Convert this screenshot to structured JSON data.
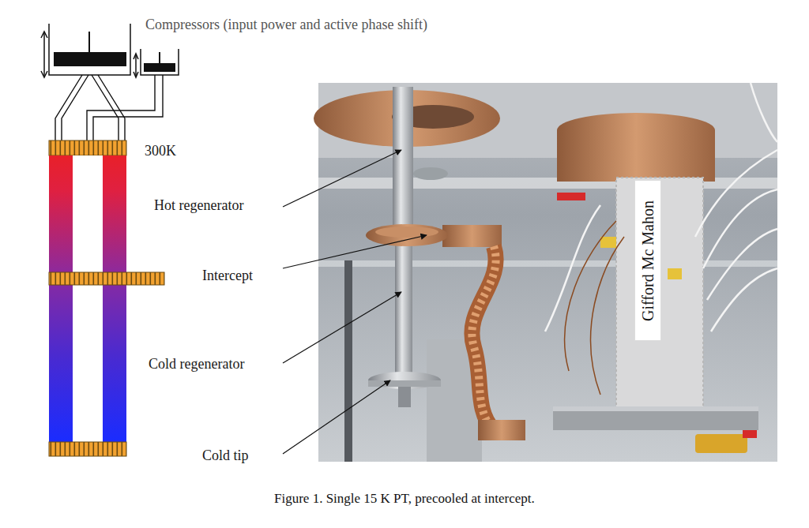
{
  "diagram": {
    "caption": "Figure 1. Single 15 K PT, precooled at intercept.",
    "nodes": [
      {
        "text": [
          "Gifford Mc Mahon"
        ]
      }
    ],
    "labels": [
      "Compressors (input power and active phase shift)",
      "300K",
      "Hot regenerator",
      "Intercept",
      "Cold regenerator",
      "Cold tip"
    ]
  }
}
